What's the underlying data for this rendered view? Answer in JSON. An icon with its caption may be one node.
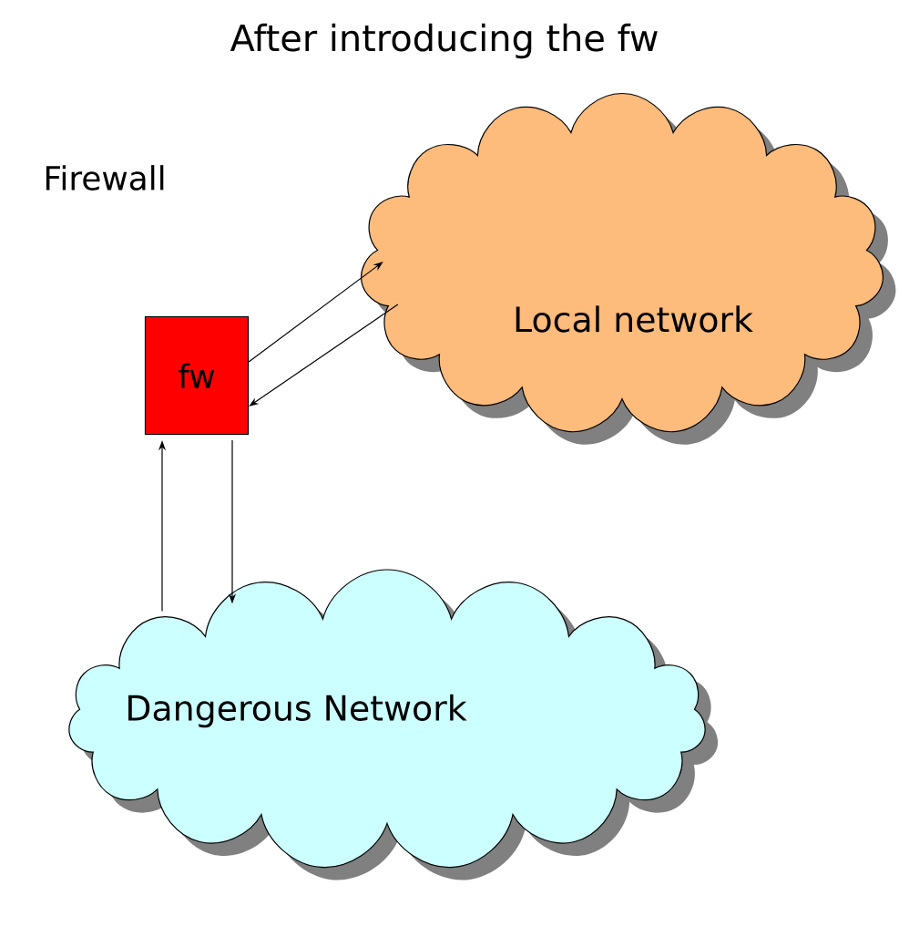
{
  "diagram": {
    "title": "After introducing the fw",
    "nodes": [
      {
        "text": [
          "fw"
        ]
      },
      {
        "text": [
          "Local network"
        ]
      },
      {
        "text": [
          "Dangerous Network"
        ]
      }
    ],
    "edges": [
      {
        "from": 0,
        "to": 1,
        "arrow": "to"
      },
      {
        "from": 1,
        "to": 0,
        "arrow": "to"
      },
      {
        "from": 0,
        "to": 2,
        "arrow": "to"
      },
      {
        "from": 2,
        "to": 0,
        "arrow": "to"
      }
    ],
    "labels": [
      "Firewall"
    ]
  }
}
